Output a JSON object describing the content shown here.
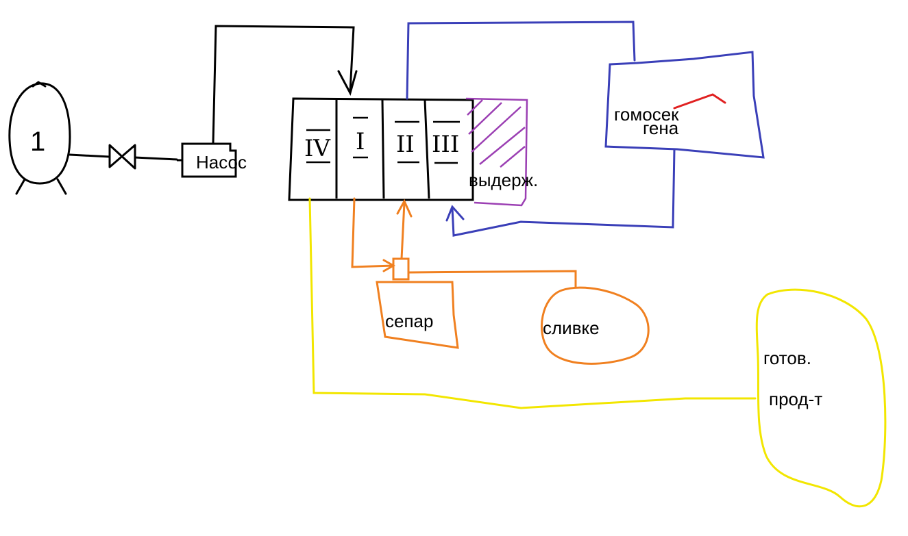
{
  "colors": {
    "black": "#000000",
    "blue": "#3a3fb8",
    "purple": "#9b3fb3",
    "orange": "#f08020",
    "yellow": "#f2e600",
    "red": "#e02020"
  },
  "tank": {
    "number": "1"
  },
  "pump": {
    "label": "Насос"
  },
  "sections": [
    {
      "id": "section-iv",
      "label": "IV"
    },
    {
      "id": "section-i",
      "label": "I"
    },
    {
      "id": "section-ii",
      "label": "II"
    },
    {
      "id": "section-iii",
      "label": "III"
    }
  ],
  "holding": {
    "label": "выдерж."
  },
  "homogenizer": {
    "label_line1": "гомосек",
    "label_line2": "гена"
  },
  "separator": {
    "label": "сепар"
  },
  "cream": {
    "label": "сливке"
  },
  "product": {
    "label_line1": "готов.",
    "label_line2": "прод-т"
  }
}
